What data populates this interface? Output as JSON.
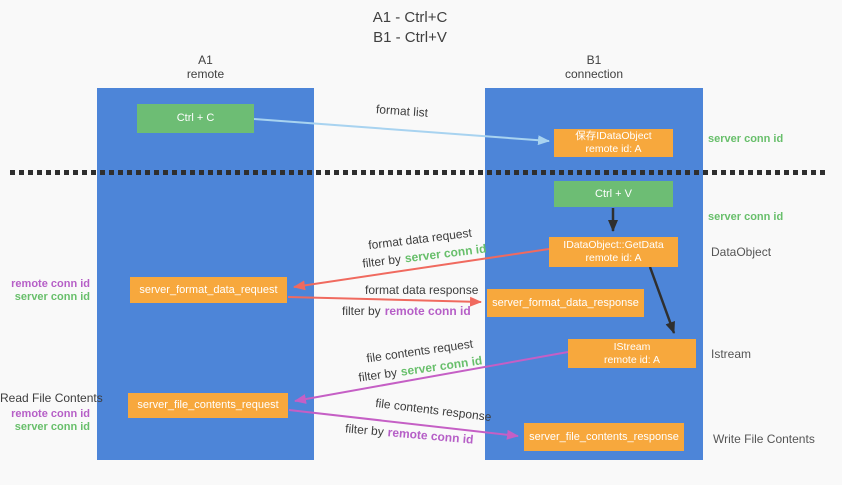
{
  "title": {
    "line1": "A1 - Ctrl+C",
    "line2": "B1 - Ctrl+V"
  },
  "columns": {
    "a1": {
      "id": "A1",
      "subtitle": "remote"
    },
    "b1": {
      "id": "B1",
      "subtitle": "connection"
    }
  },
  "boxes": {
    "ctrl_c": {
      "label": "Ctrl + C"
    },
    "save_dataobject": {
      "line1": "保存IDataObject",
      "line2": "remote id: A"
    },
    "ctrl_v": {
      "label": "Ctrl + V"
    },
    "getdata": {
      "line1": "IDataObject::GetData",
      "line2": "remote id: A"
    },
    "format_request": {
      "label": "server_format_data_request"
    },
    "format_response": {
      "label": "server_format_data_response"
    },
    "istream": {
      "line1": "IStream",
      "line2": "remote id: A"
    },
    "file_request": {
      "label": "server_file_contents_request"
    },
    "file_response": {
      "label": "server_file_contents_response"
    }
  },
  "labels": {
    "format_list": "format list",
    "format_data_request": "format data request",
    "format_data_response": "format data response",
    "file_contents_request": "file contents request",
    "file_contents_response": "file contents response",
    "filter_by": "filter by",
    "server_conn_id": "server conn id",
    "remote_conn_id": "remote conn id"
  },
  "annotations": {
    "data_object": "DataObject",
    "istream": "Istream",
    "read_file_contents": "Read File Contents",
    "write_file_contents": "Write File Contents"
  },
  "colors": {
    "lane_blue": "#4d85d8",
    "box_green": "#6dbd74",
    "box_orange": "#f7a83d",
    "arrow_red": "#f06a5f",
    "arrow_magenta": "#c55fc5",
    "arrow_light_blue": "#a8d3f0",
    "arrow_black": "#2f2f2f",
    "text_green": "#68bf6b",
    "text_purple": "#b65fc7"
  }
}
